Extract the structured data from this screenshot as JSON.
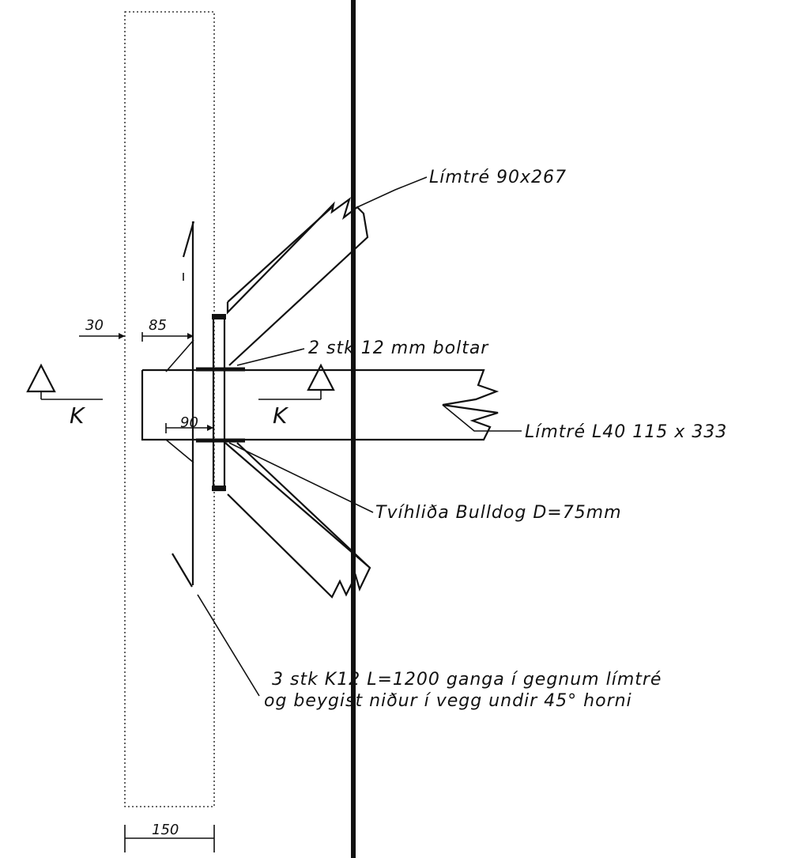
{
  "labels": {
    "glulam_beam_diag": "Límtré 90x267",
    "bolts": "2 stk 12 mm boltar",
    "glulam_beam_main": "Límtré L40 115 x 333",
    "bulldog": "Tvíhliða Bulldog D=75mm",
    "rebar_line1": "3 stk K12 L=1200  ganga í gegnum límtré",
    "rebar_line2": "og beygist niður í vegg undir  45° horni"
  },
  "dimensions": {
    "d30": "30",
    "d85": "85",
    "d90": "90",
    "d150": "150"
  },
  "section": {
    "left": "K",
    "right": "K"
  }
}
